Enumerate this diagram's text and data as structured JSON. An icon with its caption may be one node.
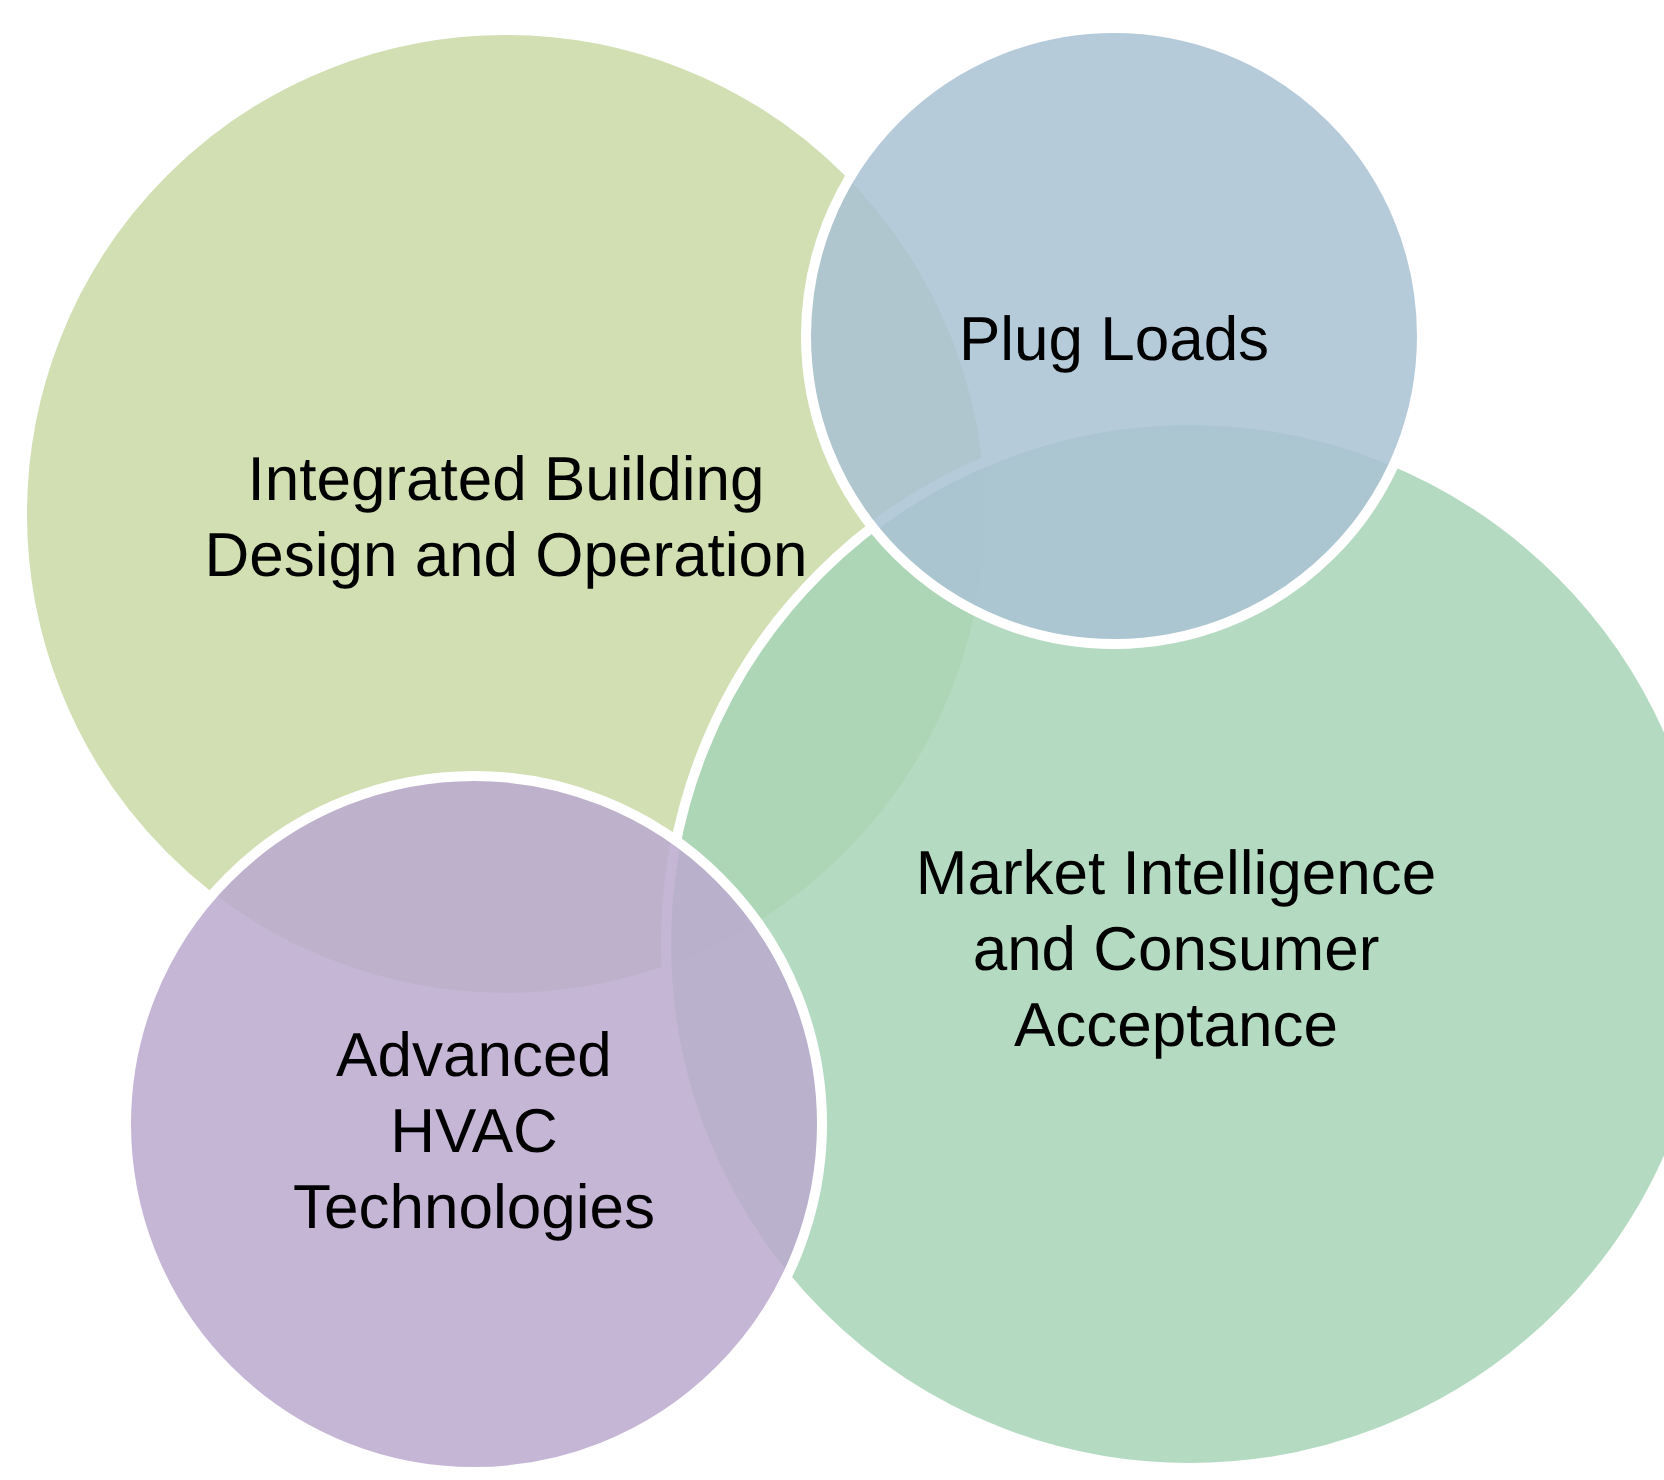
{
  "diagram": {
    "nodes": [
      {
        "text": [
          "Plug Loads"
        ]
      },
      {
        "text": [
          "Integrated Building Design and Operation"
        ]
      },
      {
        "text": [
          "Market Intelligence and Consumer Acceptance"
        ]
      },
      {
        "text": [
          "Advanced HVAC Technologies"
        ]
      }
    ]
  }
}
